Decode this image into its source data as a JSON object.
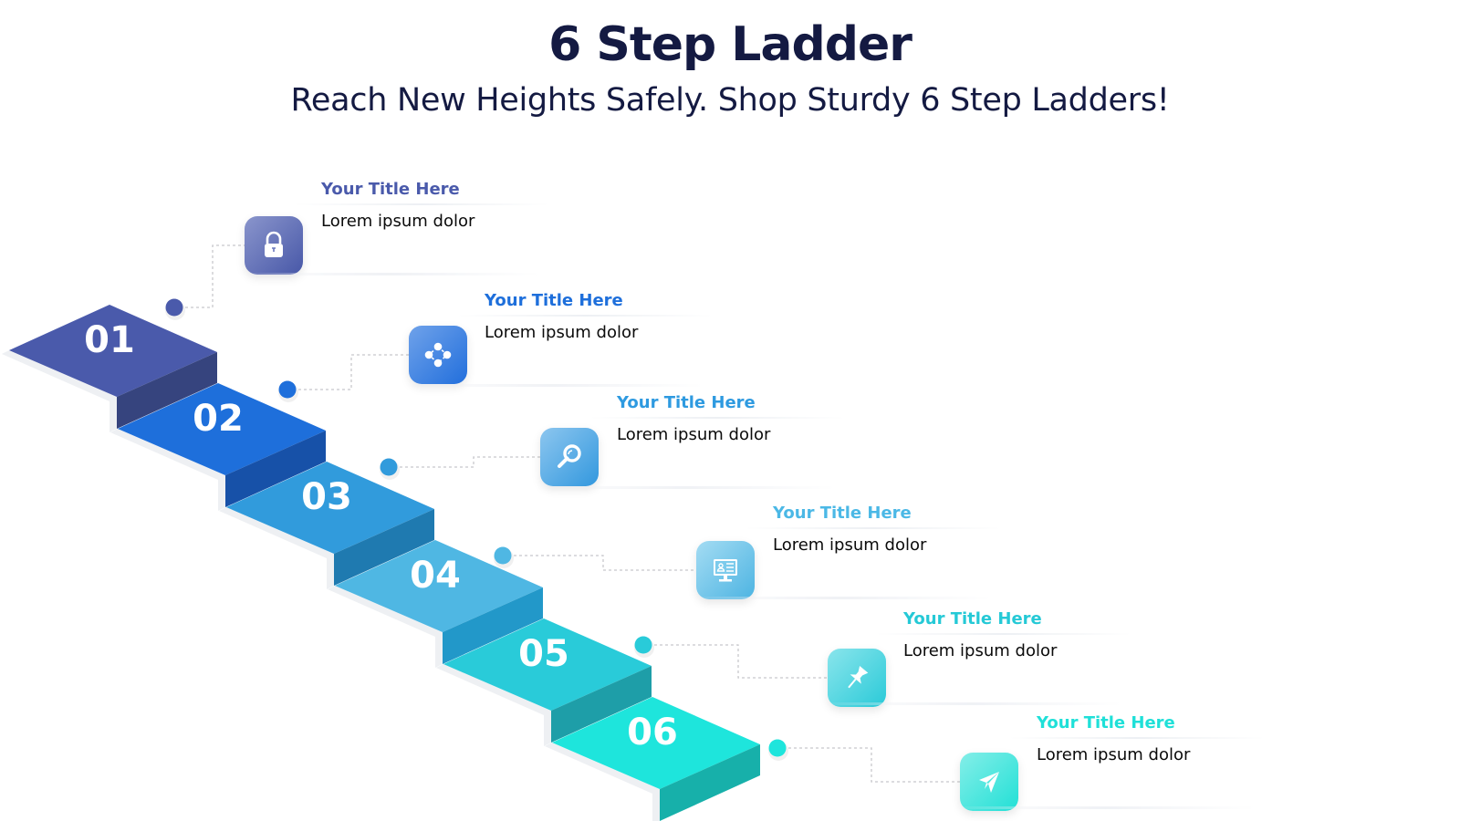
{
  "header": {
    "title": "6 Step Ladder",
    "subtitle": "Reach New Heights Safely. Shop Sturdy 6 Step Ladders!"
  },
  "steps": [
    {
      "number": "01",
      "title": "Your Title Here",
      "description": "Lorem ipsum dolor",
      "icon": "lock-icon",
      "color": "#4a5aab",
      "riser_color": "#36447e",
      "title_color": "#4a5aab",
      "icon_from": "#8a95cc",
      "icon_to": "#4858a8"
    },
    {
      "number": "02",
      "title": "Your Title Here",
      "description": "Lorem ipsum dolor",
      "icon": "network-nodes-icon",
      "color": "#1e6fdb",
      "riser_color": "#1751a8",
      "title_color": "#1e6fdb",
      "icon_from": "#6fa2ea",
      "icon_to": "#226fdc"
    },
    {
      "number": "03",
      "title": "Your Title Here",
      "description": "Lorem ipsum dolor",
      "icon": "search-icon",
      "color": "#319bdc",
      "riser_color": "#1f7ab0",
      "title_color": "#2e9ae0",
      "icon_from": "#8cc6ef",
      "icon_to": "#3398de"
    },
    {
      "number": "04",
      "title": "Your Title Here",
      "description": "Lorem ipsum dolor",
      "icon": "monitor-profile-icon",
      "color": "#4fb7e3",
      "riser_color": "#2298c9",
      "title_color": "#4bb8e6",
      "icon_from": "#a4dcf3",
      "icon_to": "#4db4e2"
    },
    {
      "number": "05",
      "title": "Your Title Here",
      "description": "Lorem ipsum dolor",
      "icon": "pushpin-icon",
      "color": "#29cbd9",
      "riser_color": "#1e9ea8",
      "title_color": "#25c9d6",
      "icon_from": "#8ae5ec",
      "icon_to": "#2acad8"
    },
    {
      "number": "06",
      "title": "Your Title Here",
      "description": "Lorem ipsum dolor",
      "icon": "paper-plane-icon",
      "color": "#1ee5dc",
      "riser_color": "#17b0aa",
      "title_color": "#1fe0d8",
      "icon_from": "#84eee8",
      "icon_to": "#22e0d6"
    }
  ],
  "colors": {
    "heading": "#141a42",
    "description_text": "#0b0b0b",
    "connector": "#c8c8cc",
    "step_shadow": "#eef0f3"
  }
}
